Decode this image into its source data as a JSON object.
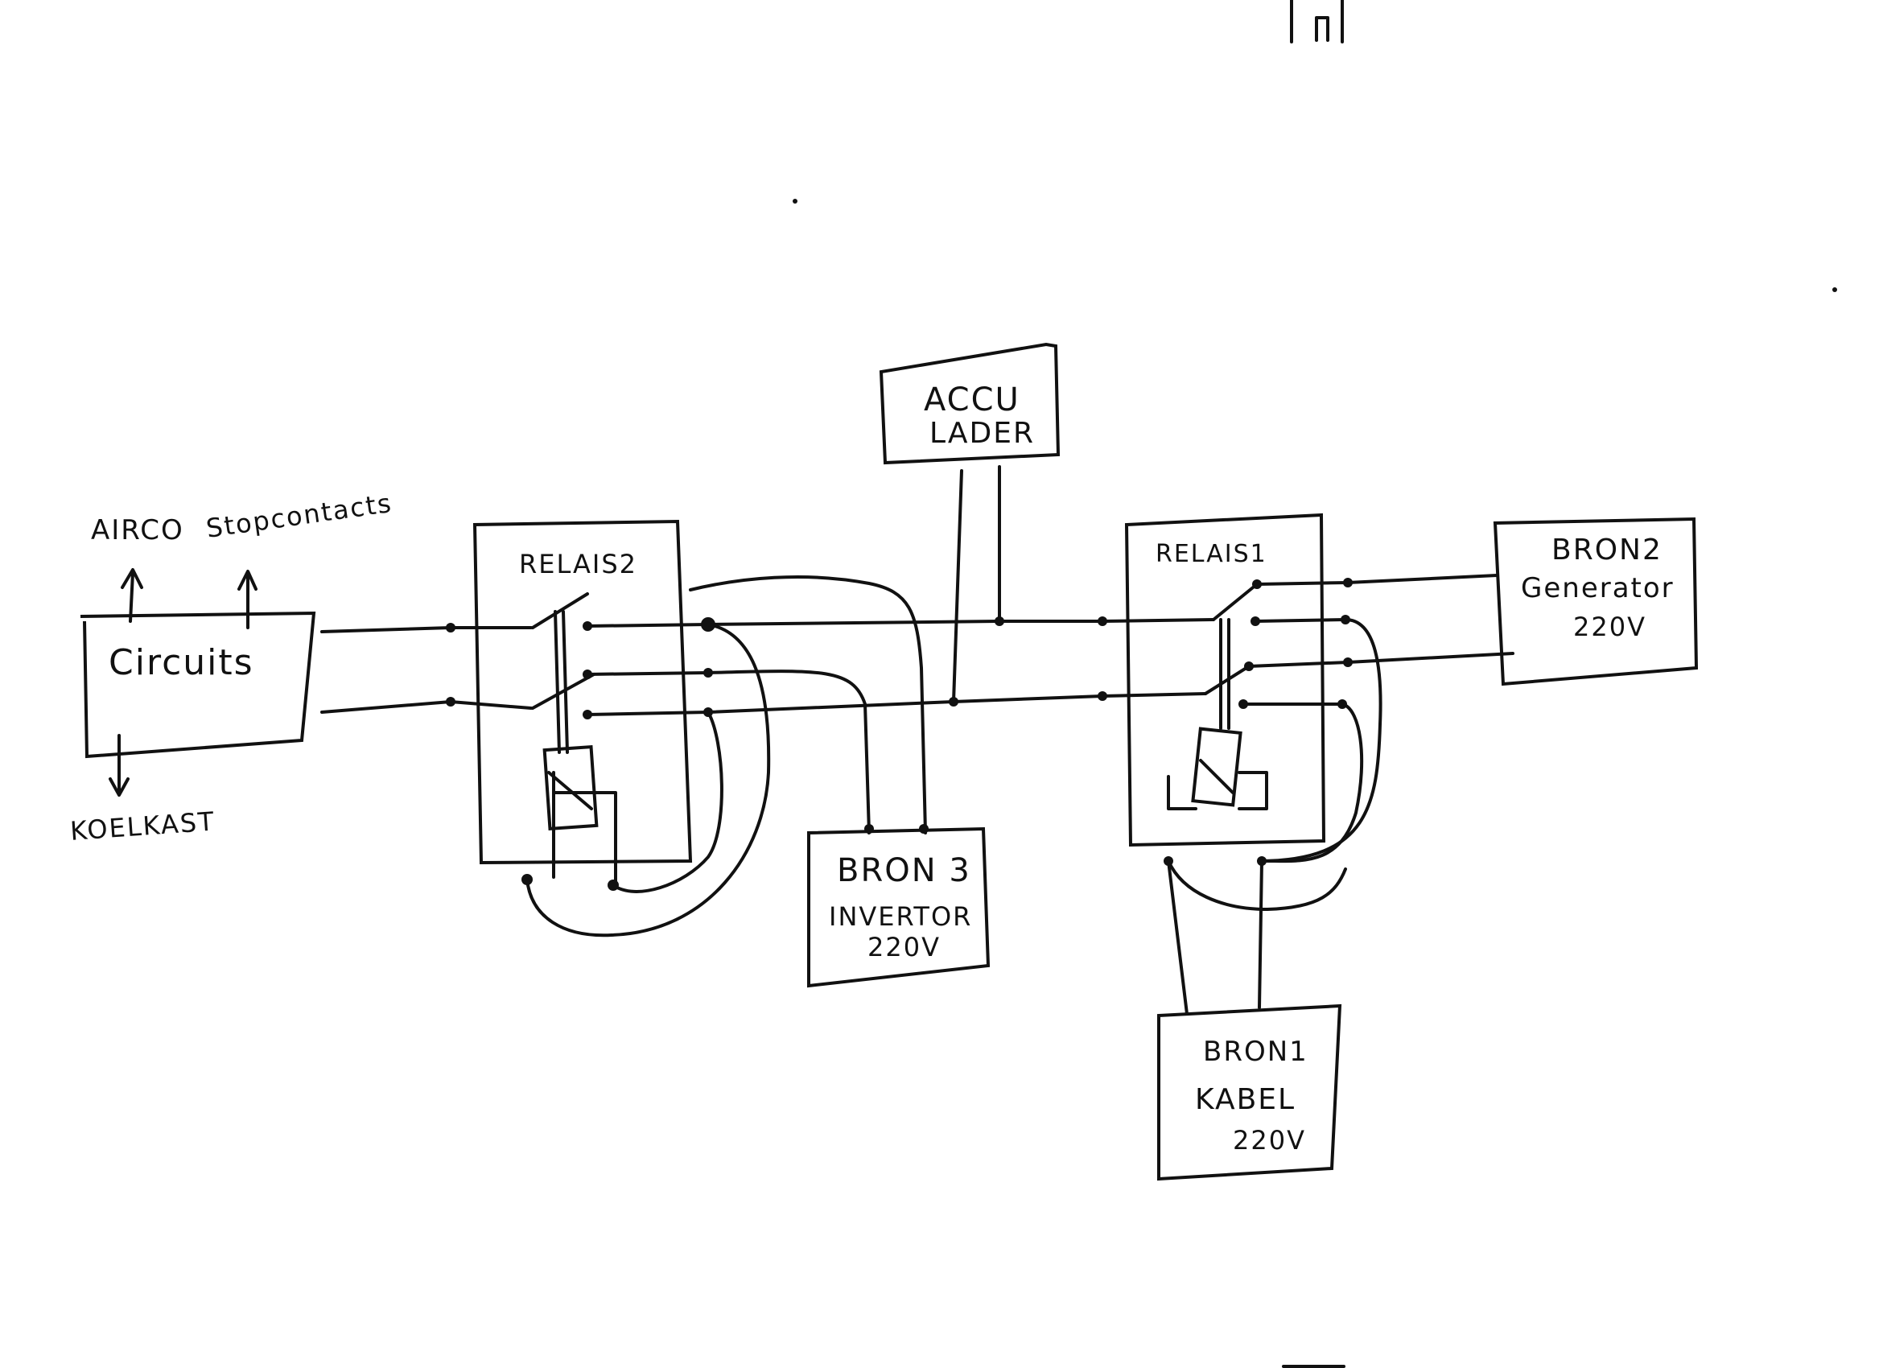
{
  "labels": {
    "airco": "AIRCO",
    "stopcontacts": "Stopcontacts",
    "koelkast": "KOELKAST",
    "circuits": "Circuits",
    "relais2": "RELAIS2",
    "relais1": "RELAIS1",
    "accu_line1": "ACCU",
    "accu_line2": "LADER",
    "bron3_line1": "BRON 3",
    "bron3_line2": "INVERTOR",
    "bron3_line3": "220V",
    "bron2_line1": "BRON2",
    "bron2_line2": "Generator",
    "bron2_line3": "220V",
    "bron1_line1": "BRON1",
    "bron1_line2": "KABEL",
    "bron1_line3": "220V"
  },
  "colors": {
    "ink": "#111111",
    "paper": "#ffffff"
  }
}
